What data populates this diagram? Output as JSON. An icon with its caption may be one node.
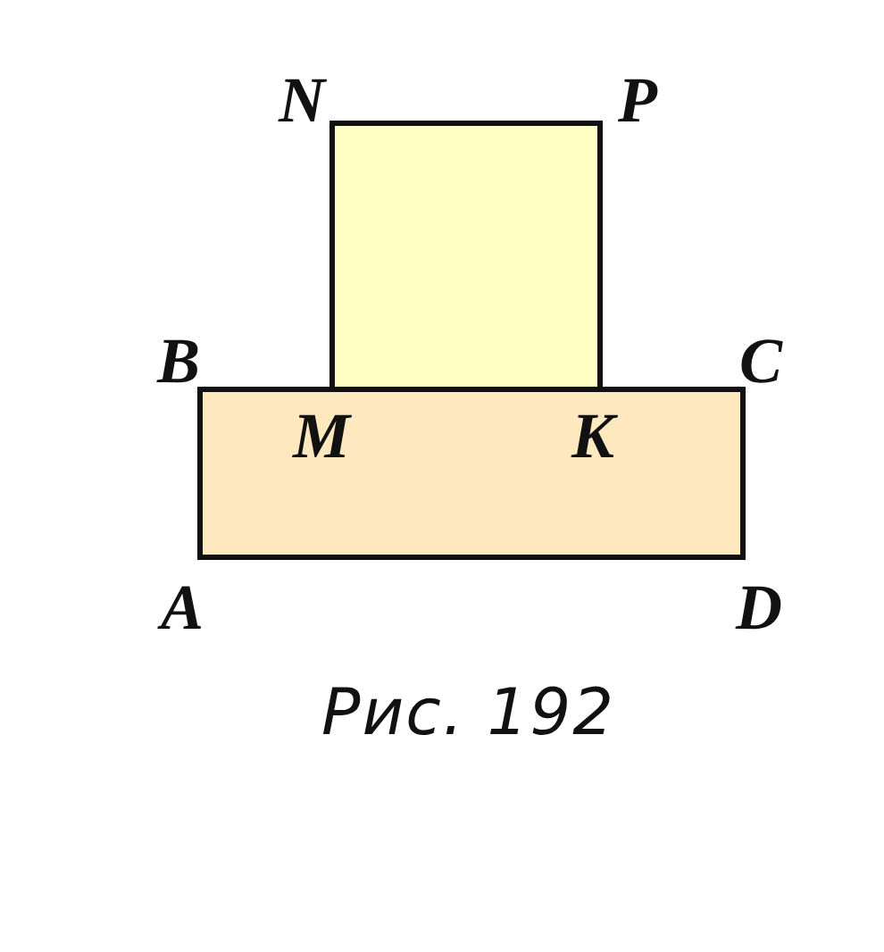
{
  "diagram": {
    "caption": "Рис. 192",
    "labels": [
      "N",
      "P",
      "B",
      "C",
      "M",
      "K",
      "A",
      "D"
    ]
  }
}
